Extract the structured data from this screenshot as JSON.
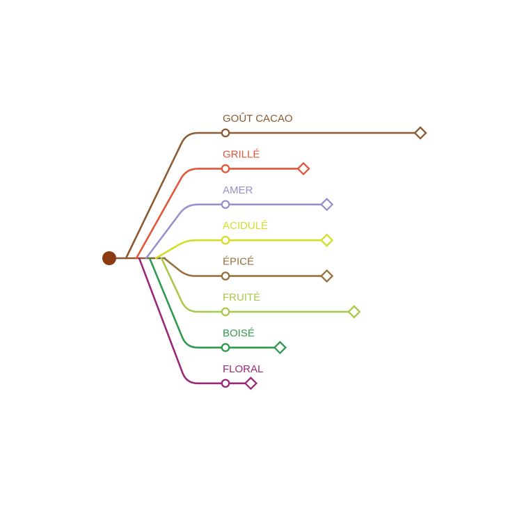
{
  "chart_data": {
    "type": "line",
    "title": "",
    "root_color": "#8b3a12",
    "series": [
      {
        "name": "GOÛT CACAO",
        "value": 5,
        "color": "#8b5a32"
      },
      {
        "name": "GRILLÉ",
        "value": 2,
        "color": "#e2563a"
      },
      {
        "name": "AMER",
        "value": 2.6,
        "color": "#9690cc"
      },
      {
        "name": "ACIDULÉ",
        "value": 2.6,
        "color": "#d5dc28"
      },
      {
        "name": "ÉPICÉ",
        "value": 2.6,
        "color": "#98703c"
      },
      {
        "name": "FRUITÉ",
        "value": 3.3,
        "color": "#a8c84a"
      },
      {
        "name": "BOISÉ",
        "value": 1.4,
        "color": "#2e9a4e"
      },
      {
        "name": "FLORAL",
        "value": 0.65,
        "color": "#9a2878"
      }
    ]
  }
}
